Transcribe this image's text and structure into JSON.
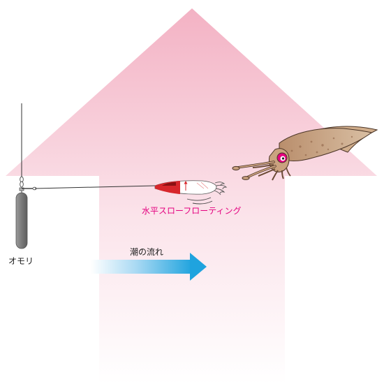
{
  "labels": {
    "sinker": "オモリ",
    "tide": "潮の流れ",
    "action": "水平スローフローティング"
  },
  "icons": {
    "up_arrow": "upward-arrow-background",
    "tide_arrow": "right-arrow",
    "sinker": "sinker",
    "lure": "squid-jig",
    "target": "squid"
  },
  "colors": {
    "up_arrow_pink": "#f3b5c6",
    "tide_arrow_blue": "#29a9e0",
    "action_label": "#e4007f",
    "sinker_gray": "#7d7d7d",
    "lure_red": "#d7262b",
    "squid_brown": "#c49a78",
    "squid_eye": "#e5007e"
  }
}
